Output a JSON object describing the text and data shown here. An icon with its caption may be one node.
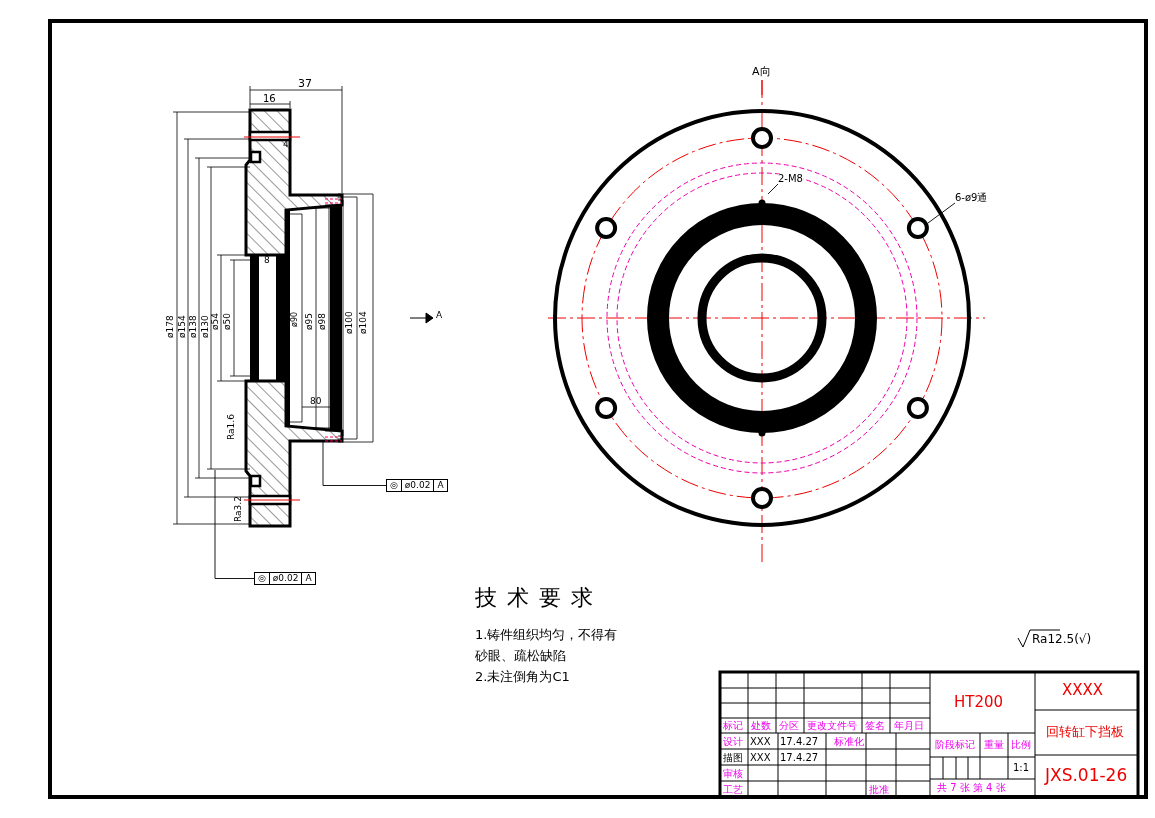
{
  "diagram": {
    "nodes": [
      {
        "text": [
          "◎",
          "ø0.02",
          "A"
        ]
      },
      {
        "text": [
          "◎",
          "ø0.02",
          "A"
        ]
      },
      {
        "text": [
          "2-M8"
        ]
      },
      {
        "text": [
          "6-ø9通"
        ]
      }
    ],
    "edges": [
      {
        "from": 0,
        "to": null,
        "arrow": "none"
      },
      {
        "from": 1,
        "to": null,
        "arrow": "none"
      },
      {
        "from": 2,
        "to": null,
        "arrow": "none"
      },
      {
        "from": 3,
        "to": null,
        "arrow": "none"
      }
    ],
    "labels": [
      "37",
      "16",
      "4",
      "ø178",
      "ø154",
      "ø138",
      "ø130",
      "ø54",
      "ø50",
      "ø90",
      "ø95",
      "ø98",
      "ø100",
      "ø104",
      "8",
      "80",
      "Ra1.6",
      "Ra3.2",
      "A",
      "A向",
      "技术要求",
      "1.铸件组织均匀，不得有砂眼、疏松缺陷",
      "2.未注倒角为C1",
      "Ra12.5(√)",
      "HT200",
      "XXXX",
      "标记",
      "处数",
      "分区",
      "更改文件号",
      "签名",
      "年月日",
      "设计",
      "XXX",
      "17.4.27",
      "标准化",
      "描图",
      "XXX",
      "17.4.27",
      "审核",
      "工艺",
      "批准",
      "阶段标记",
      "重量",
      "比例",
      "回转缸下挡板",
      "1:1",
      "共 7 张 第 4 张",
      "JXS.01-26"
    ]
  }
}
